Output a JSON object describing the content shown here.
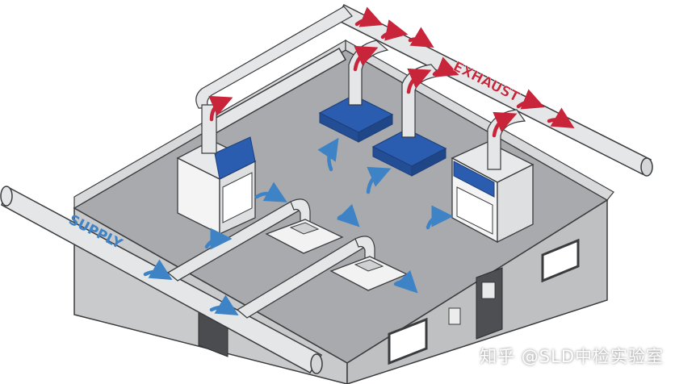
{
  "diagram": {
    "labels": {
      "exhaust": "EXHAUST",
      "supply": "SUPPLY"
    },
    "watermark": "知乎 @SLD中检实验室",
    "colors": {
      "exhaust_arrow": "#c8243a",
      "supply_arrow": "#3d83c6",
      "hood_blue": "#2a5db0",
      "floor": "#a8aaad",
      "wall": "#c9cacc",
      "duct": "#e4e6e8",
      "outline": "#3a3b3d"
    }
  }
}
